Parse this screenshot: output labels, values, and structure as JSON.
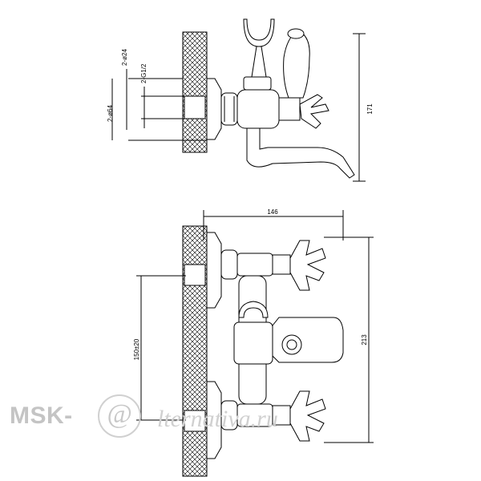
{
  "drawing": {
    "top_view": {
      "dim_outlet_diameter": "2-ø24",
      "dim_thread": "2-G1/2",
      "dim_flange_diameter": "2-ø64",
      "dim_height": "171"
    },
    "front_view": {
      "dim_width": "146",
      "dim_center_distance": "150±20",
      "dim_total_height": "213"
    }
  },
  "watermark": {
    "brand": "MSK-",
    "at_symbol": "@",
    "suffix": "lternativa.ru"
  }
}
